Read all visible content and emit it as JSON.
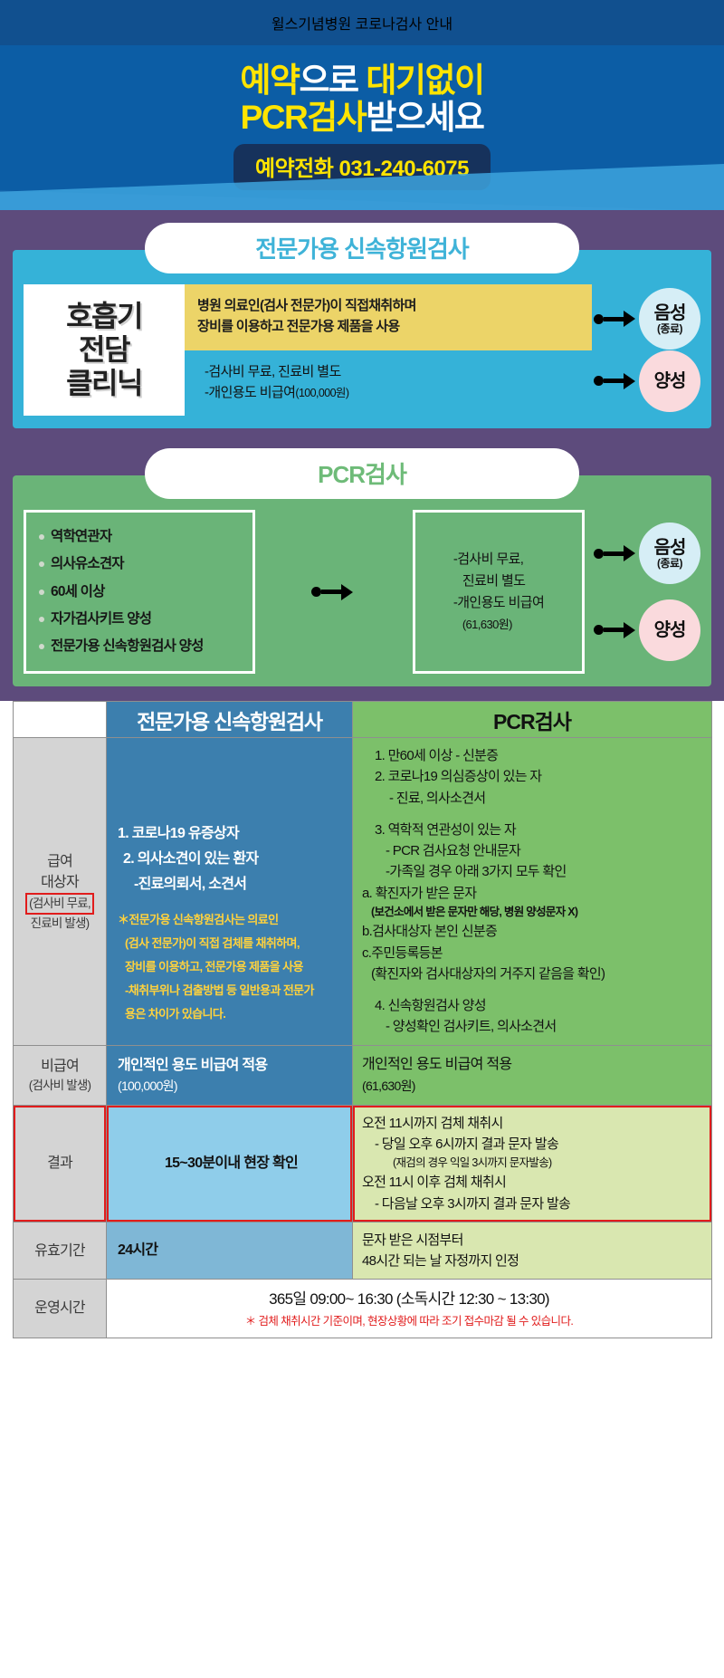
{
  "header": {
    "hospital_notice": "윌스기념병원 코로나검사 안내",
    "headline_1_yellow": "예약",
    "headline_1_white_a": "으로",
    "headline_1_yellow_b": "대기없이",
    "headline_2_yellow": "PCR검사",
    "headline_2_white": "받으세요",
    "phone_label": "예약전화 031-240-6075"
  },
  "rat_section": {
    "title": "전문가용 신속항원검사",
    "clinic_lines": [
      "호흡기",
      "전담",
      "클리닉"
    ],
    "desc_line1": "병원 의료인(검사 전문가)이 직접채취하며",
    "desc_line2": "장비를 이용하고 전문가용 제품을 사용",
    "fee_line1": "-검사비 무료,   진료비 별도",
    "fee_line2": "-개인용도 비급여",
    "fee_amount": "(100,000원)",
    "results": [
      {
        "label": "음성",
        "sub": "(종료)",
        "kind": "neg"
      },
      {
        "label": "양성",
        "sub": "",
        "kind": "pos"
      }
    ]
  },
  "pcr_section": {
    "title": "PCR검사",
    "targets": [
      "역학연관자",
      "의사유소견자",
      "60세 이상",
      "자가검사키트 양성",
      "전문가용 신속항원검사 양성"
    ],
    "fee_line1": "-검사비 무료,",
    "fee_line2": "진료비 별도",
    "fee_line3": "-개인용도 비급여",
    "fee_amount": "(61,630원)",
    "results": [
      {
        "label": "음성",
        "sub": "(종료)",
        "kind": "neg"
      },
      {
        "label": "양성",
        "sub": "",
        "kind": "pos"
      }
    ]
  },
  "table": {
    "headers": {
      "blank": "",
      "rat": "전문가용 신속항원검사",
      "pcr": "PCR검사"
    },
    "rows": [
      {
        "label_main": "급여",
        "label_main2": "대상자",
        "label_boxed": "(검사비 무료,",
        "label_sub": "진료비 발생)",
        "rat": {
          "items": [
            "1. 코로나19 유증상자",
            "2. 의사소견이 있는 환자",
            "-진료의뢰서, 소견서"
          ],
          "notes": [
            "＊전문가용 신속항원검사는 의료인",
            "(검사 전문가)이 직접 검체를 채취하며,",
            "장비를 이용하고, 전문가용 제품을 사용",
            "-채취부위나 검출방법 등 일반용과 전문가",
            "용은 차이가 있습니다."
          ]
        },
        "pcr": {
          "items": [
            "1. 만60세 이상  - 신분증",
            "2. 코로나19 의심증상이 있는 자",
            "- 진료, 의사소견서",
            "3. 역학적 연관성이 있는 자",
            "- PCR 검사요청 안내문자",
            "-가족일 경우 아래 3가지 모두 확인",
            "a. 확진자가 받은 문자",
            "(보건소에서 받은 문자만 해당, 병원 양성문자 X)",
            "b.검사대상자 본인 신분증",
            "c.주민등록등본",
            "(확진자와 검사대상자의 거주지 같음을 확인)",
            "4. 신속항원검사 양성",
            "- 양성확인 검사키트, 의사소견서"
          ]
        }
      },
      {
        "label_main": "비급여",
        "label_sub": "(검사비 발생)",
        "rat_line1": "개인적인 용도 비급여 적용",
        "rat_line2": "(100,000원)",
        "pcr_line1": "개인적인 용도 비급여 적용",
        "pcr_line2": "(61,630원)"
      },
      {
        "label_main": "결과",
        "rat_line1": "15~30분이내 현장 확인",
        "pcr_lines": [
          "오전 11시까지 검체 채취시",
          "- 당일 오후 6시까지 결과 문자 발송",
          "(재검의 경우 익일 3시까지 문자발송)",
          "오전 11시 이후 검체 채취시",
          "- 다음날 오후 3시까지 결과 문자 발송"
        ]
      },
      {
        "label_main": "유효기간",
        "rat_line1": "24시간",
        "pcr_line1": "문자 받은 시점부터",
        "pcr_line2": "48시간 되는 날 자정까지 인정"
      }
    ],
    "hours_row": {
      "label": "운영시간",
      "main": "365일 09:00~ 16:30 (소독시간 12:30 ~ 13:30)",
      "warn": "＊ 검체 채취시간 기준이며, 현장상황에 따라 조기 접수마감 될 수 있습니다."
    }
  },
  "colors": {
    "header_blue": "#0c5da5",
    "purple": "#5d4b7c",
    "rat_blue": "#35b2d8",
    "pcr_green": "#6ab478",
    "table_rat": "#3c7fae",
    "table_pcr": "#7cc06a",
    "accent_yellow": "#ffe400",
    "alert_red": "#e11c1c"
  }
}
